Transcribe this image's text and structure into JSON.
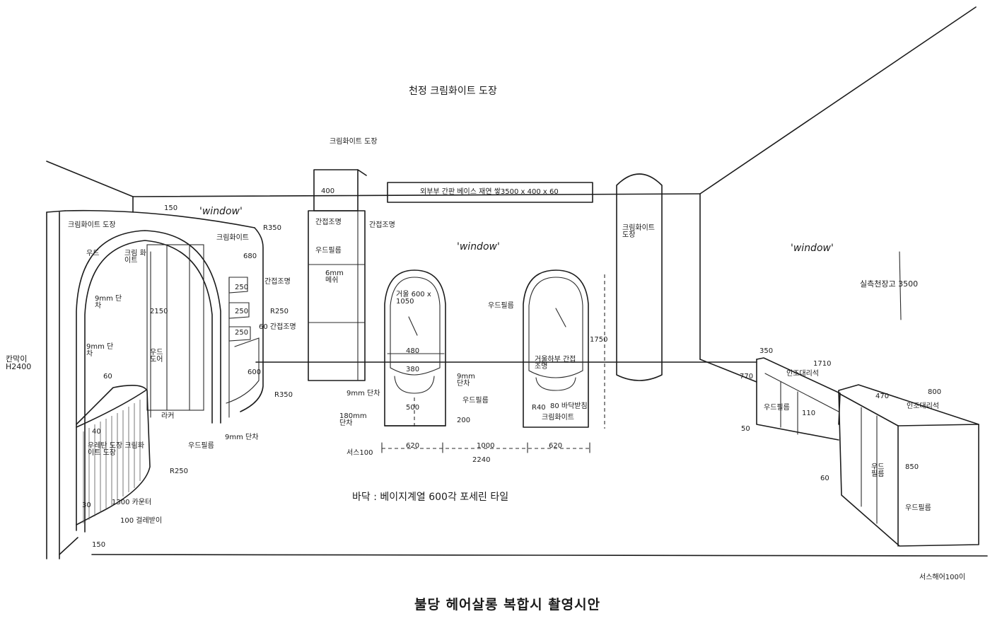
{
  "title": "불당 헤어살롱 복합시 촬영시안",
  "ceiling_note": "천정 크림화이트 도장",
  "floor_note": "바닥 : 베이지계열 600각 포세린 타일",
  "ceiling_height_note": "실측천장고 3500",
  "windows": {
    "left": "'window'",
    "center": "'window'",
    "right": "'window'"
  },
  "left_wall": {
    "partition": "칸막이 H2400",
    "paint": "크림화이트 도장",
    "wood": "우드",
    "cream_white": "크림 화이트",
    "r1": "9mm 단차",
    "r2": "9mm 단차",
    "arch_width": "150",
    "arch_height": "2150",
    "door": "우드 도어",
    "gap": "60",
    "corner": "라커",
    "shelf_light": "간접조명",
    "shelf_light_60": "60 간접조명",
    "radius_350_top": "R350",
    "radius_250": "R250",
    "radius_350_side": "R350",
    "shelf_h1": "250",
    "shelf_h2": "250",
    "shelf_h3": "250",
    "side_h": "680",
    "cream2": "크림화이트",
    "depth": "600",
    "wood_finish": "우드필름",
    "corner_finish": "9mm 단차",
    "bottom_150": "150"
  },
  "reception": {
    "finish": "우레탄 도장 크림화이트 도장",
    "radius": "R250",
    "len": "1300 카운터",
    "base": "100 걸레받이",
    "dim_40": "40",
    "dim_30": "30",
    "top": "150"
  },
  "column_box": {
    "paint": "크림화이트 도장",
    "size": "400",
    "light1": "간접조명",
    "light2": "간접조명",
    "wood": "우드필름",
    "mesh": "6mm 메쉬"
  },
  "signboard": "외부부 간판 베이스 재연 쌓3500 x 400 x 60",
  "mirror_left": {
    "label": "거울 600 x 1050",
    "w480": "480",
    "w380": "380",
    "w500": "500",
    "step": "9mm 단차",
    "step2": "9mm 단차",
    "wood": "우드필름",
    "h180": "180mm 단차",
    "d200": "200"
  },
  "mirror_right": {
    "wood": "우드필름",
    "label": "거울하부 간접조명",
    "r40": "R40",
    "shelf": "80 바닥받침",
    "cream": "크림화이트",
    "h1750": "1750"
  },
  "column_round": "크림화이트 도장",
  "dims_floor": {
    "left_base": "서스100",
    "w620a": "620",
    "gap1000": "1000",
    "w620b": "620",
    "total": "2240"
  },
  "right_counter": {
    "d350": "350",
    "l1710": "1710",
    "h770": "770",
    "wood_a": "우드필름",
    "d110": "110",
    "bottom50": "50",
    "d470": "470",
    "d800": "800",
    "stone_a": "인조대리석",
    "stone_b": "인조대리석",
    "h850": "850",
    "wood_b": "우드 필름",
    "wood_c": "우드필름",
    "d60": "60",
    "base": "서스해어100이"
  }
}
